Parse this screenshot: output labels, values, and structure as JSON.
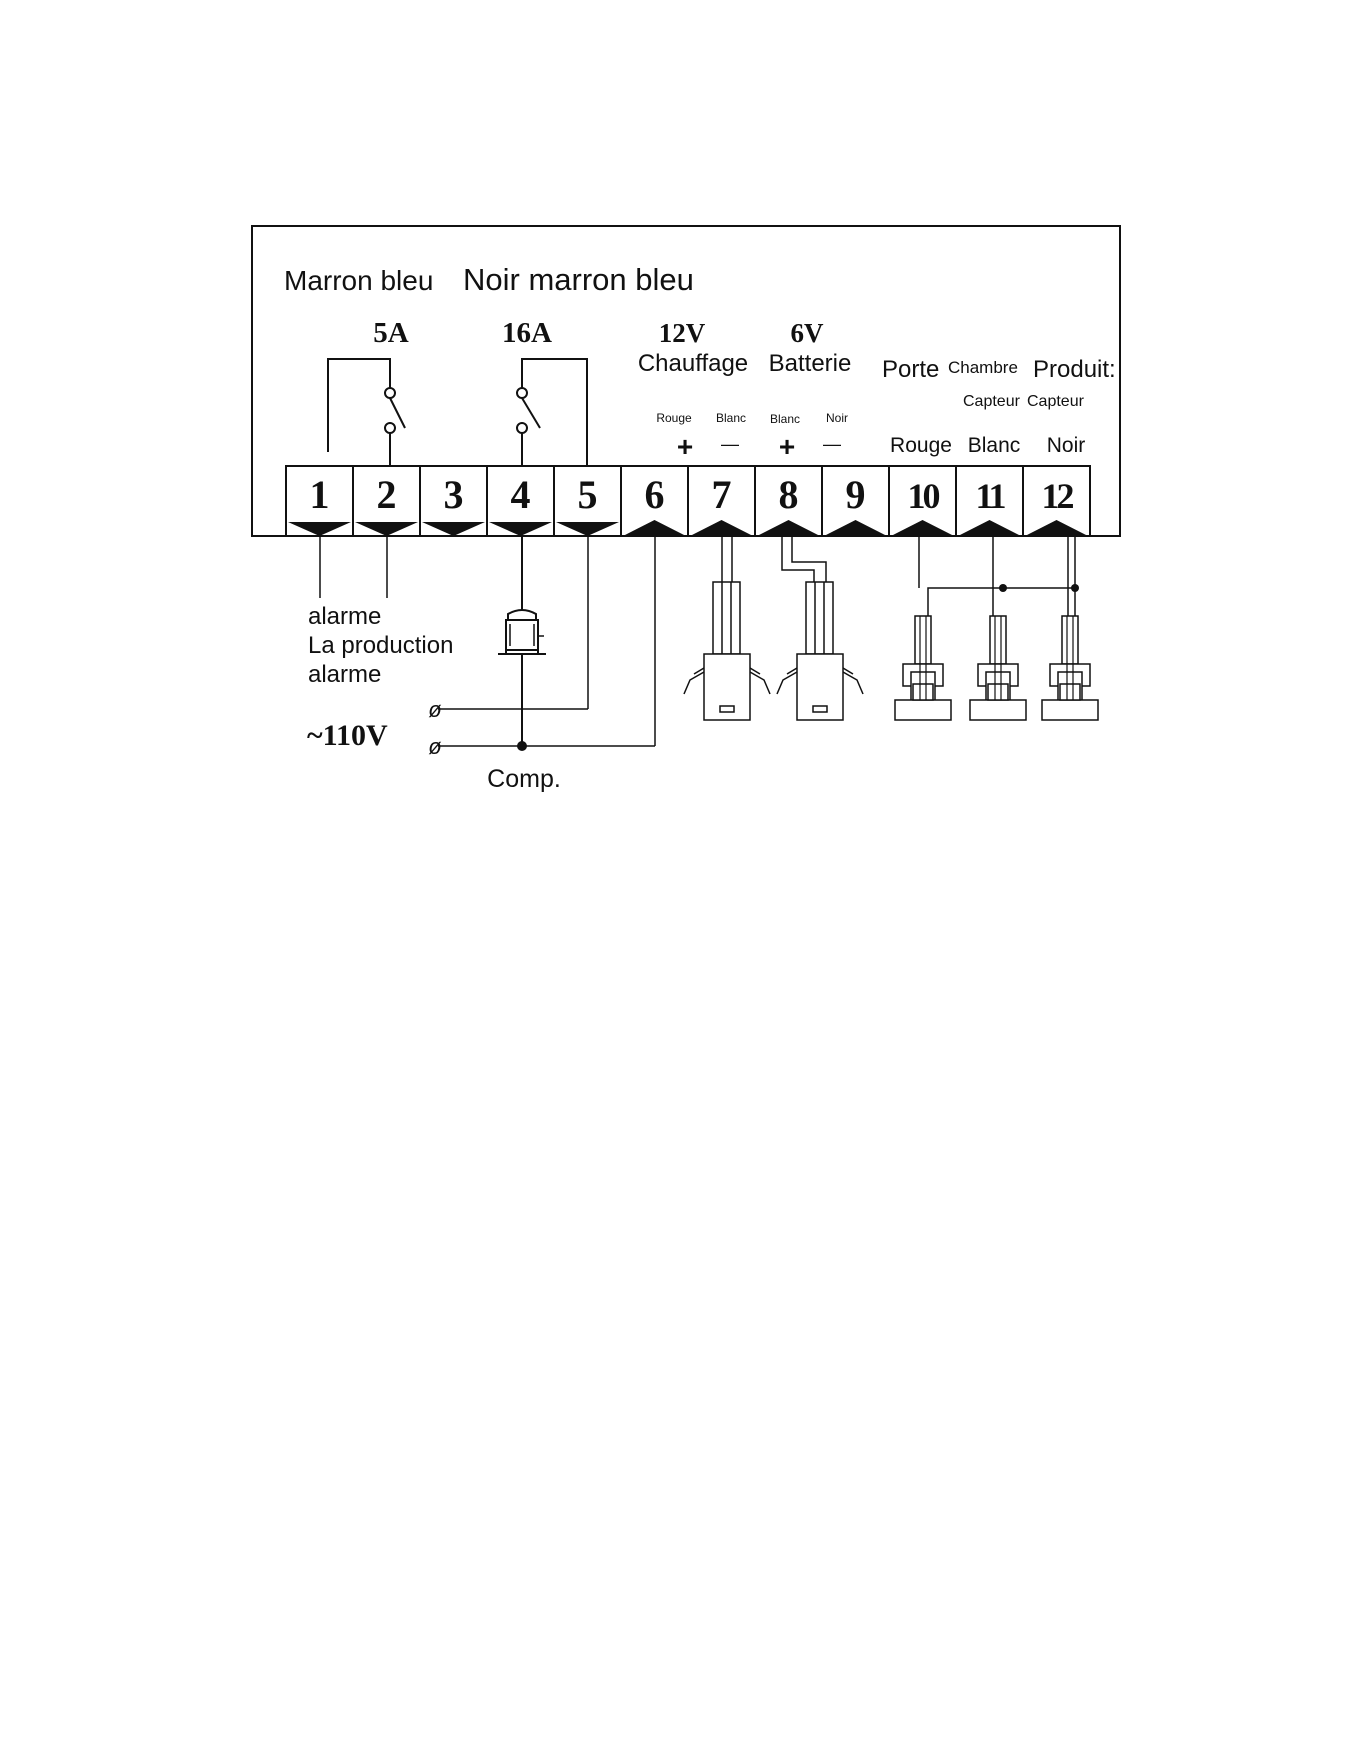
{
  "header": {
    "left_colors": "Marron bleu",
    "right_colors": "Noir marron bleu"
  },
  "relays": {
    "r1": "5A",
    "r2": "16A"
  },
  "outputs": {
    "heater_voltage": "12V",
    "heater_label": "Chauffage",
    "battery_voltage": "6V",
    "battery_label": "Batterie",
    "wire_7_plus": "Rouge",
    "wire_7_minus": "Blanc",
    "wire_8_plus": "Blanc",
    "wire_8_minus": "Noir",
    "plus_sign": "+",
    "minus_sign": "—"
  },
  "sensors": {
    "door": "Porte",
    "room": "Chambre",
    "product": "Produit:",
    "capteur_a": "Capteur",
    "capteur_b": "Capteur",
    "wire_10": "Rouge",
    "wire_11": "Blanc",
    "wire_12": "Noir"
  },
  "terminals": [
    "1",
    "2",
    "3",
    "4",
    "5",
    "6",
    "7",
    "8",
    "9",
    "10",
    "11",
    "12"
  ],
  "bottom": {
    "alarm_line1": "alarme",
    "alarm_line2": "La production",
    "alarm_line3": "alarme",
    "supply": "~110V",
    "phase_symbol": "ø",
    "comp": "Comp."
  }
}
